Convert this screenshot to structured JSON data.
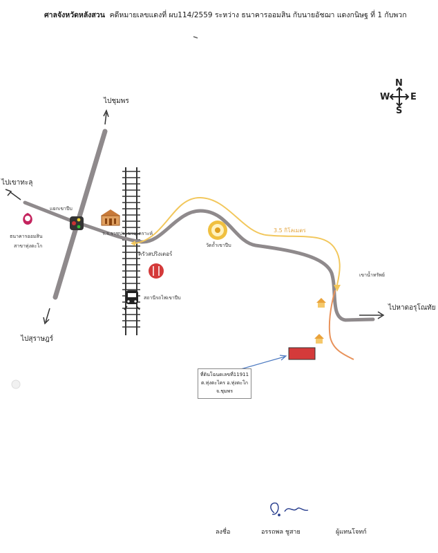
{
  "header": {
    "court": "ศาลจังหวัดหลังสวน",
    "case_text": "คดีหมายเลขแดงที่ ผบ114/2559 ระหว่าง ธนาคารออมสิน กับนายอัชฌา แดงกนิษฐ ที่ 1 กับพวก"
  },
  "compass": {
    "north": "N",
    "south": "S",
    "west": "W",
    "east": "E"
  },
  "labels": {
    "to_chumphon": "ไปชุมพร",
    "to_khao_thalu": "ไปเขาทะลุ",
    "to_surat": "ไปสุราษฎร์",
    "to_beach": "ไปหาดอรุโณทัย",
    "intersection": "แยกเขาปีบ",
    "bank_line1": "ธนาคารออมสิน",
    "bank_line2": "สาขาทุ่งตะโก",
    "school": "ร.ร.ราชประชานุเคราะห์",
    "restaurant": "ครัวสปริงเตอร์",
    "station": "สถานีรถไฟเขาปีบ",
    "temple": "วัดถ้ำเขาปีบ",
    "distance": "3.5 กิโลเมตร",
    "khao_nam_sap": "เขาน้ำทรัพย์"
  },
  "callout": {
    "line1": "ที่ดินโฉนดเลขที่11911",
    "line2": "ต.ทุ่งตะไคร อ.ทุ่งตะโก",
    "line3": "จ.ชุมพร"
  },
  "footer": {
    "sign": "ลงชื่อ",
    "name": "อรรถพล ชูสาย",
    "role": "ผู้แทนโจทก์"
  },
  "colors": {
    "road": "#8f8a8c",
    "route": "#f2c75c",
    "stream": "#e8925a",
    "plot": "#d43a3a",
    "callout_arrow": "#4a78c0"
  }
}
